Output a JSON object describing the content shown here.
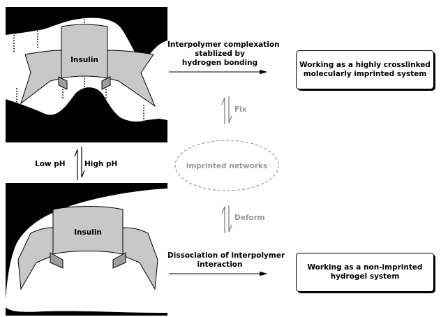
{
  "top_state": {
    "insulin_label": "Insulin",
    "process_label_lines": [
      "Interpolymer complexation",
      "stablized by",
      "hydrogen bonding"
    ],
    "result_box_lines": [
      "Working as a highly crosslinked",
      "molecularly imprinted system"
    ]
  },
  "bottom_state": {
    "insulin_label": "Insulin",
    "process_label_lines": [
      "Dissociation of interpolymer",
      "interaction"
    ],
    "result_box_lines": [
      "Working as a non-imprinted",
      "hydrogel system"
    ]
  },
  "ph_switch": {
    "left": "Low pH",
    "right": "High pH"
  },
  "center": {
    "fix_label": "Fix",
    "network_label": "imprinted networks",
    "deform_label": "Deform"
  },
  "colors": {
    "ribbon": "#c8c8c8",
    "polymer": "#000000",
    "grey_text": "#9a9a9a"
  }
}
